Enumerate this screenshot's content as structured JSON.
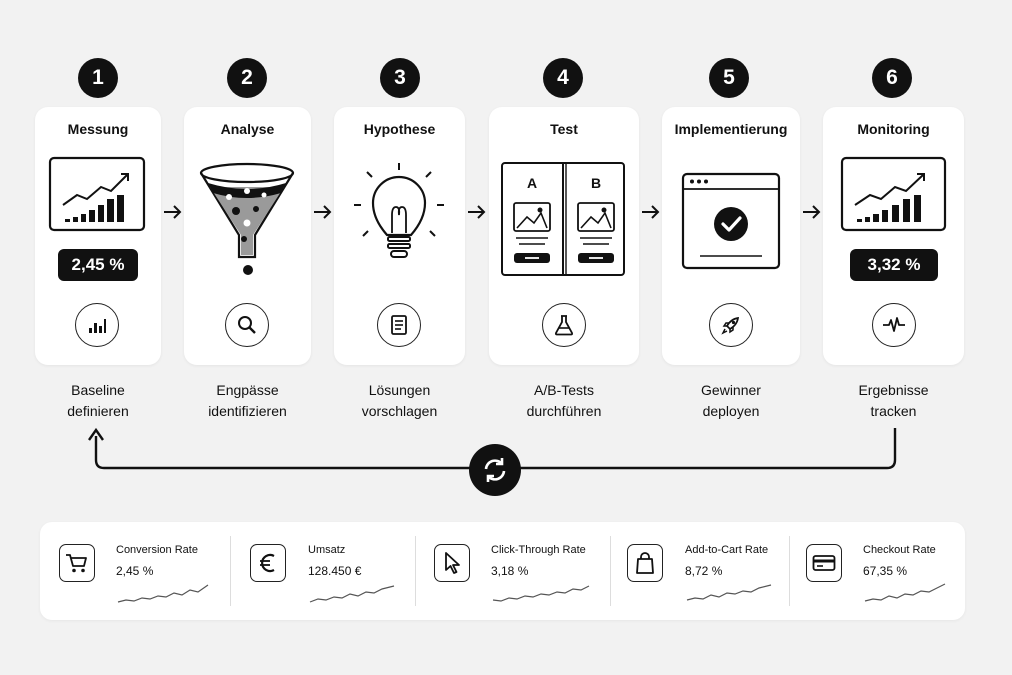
{
  "steps": [
    {
      "number": "1",
      "title": "Messung",
      "value": "2,45 %",
      "desc_line1": "Baseline",
      "desc_line2": "definieren",
      "illustration": "line-bar-chart",
      "icon": "bar-chart-icon"
    },
    {
      "number": "2",
      "title": "Analyse",
      "desc_line1": "Engpässe",
      "desc_line2": "identifizieren",
      "illustration": "funnel",
      "icon": "magnifier-icon"
    },
    {
      "number": "3",
      "title": "Hypothese",
      "desc_line1": "Lösungen",
      "desc_line2": "vorschlagen",
      "illustration": "lightbulb",
      "icon": "document-icon"
    },
    {
      "number": "4",
      "title": "Test",
      "variant_a": "A",
      "variant_b": "B",
      "desc_line1": "A/B-Tests",
      "desc_line2": "durchführen",
      "illustration": "ab-test-panels",
      "icon": "flask-icon"
    },
    {
      "number": "5",
      "title": "Implementierung",
      "desc_line1": "Gewinner",
      "desc_line2": "deployen",
      "illustration": "browser-checkmark",
      "icon": "rocket-icon"
    },
    {
      "number": "6",
      "title": "Monitoring",
      "value": "3,32 %",
      "desc_line1": "Ergebnisse",
      "desc_line2": "tracken",
      "illustration": "line-bar-chart",
      "icon": "pulse-icon"
    }
  ],
  "loop_icon": "refresh-icon",
  "metrics": [
    {
      "label": "Conversion Rate",
      "value": "2,45 %",
      "icon": "cart-icon"
    },
    {
      "label": "Umsatz",
      "value": "128.450 €",
      "icon": "euro-icon"
    },
    {
      "label": "Click-Through Rate",
      "value": "3,18 %",
      "icon": "cursor-icon"
    },
    {
      "label": "Add-to-Cart Rate",
      "value": "8,72 %",
      "icon": "bag-icon"
    },
    {
      "label": "Checkout Rate",
      "value": "67,35 %",
      "icon": "credit-card-icon"
    }
  ],
  "colors": {
    "background": "#f2f2f2",
    "card": "#ffffff",
    "ink": "#111111"
  }
}
